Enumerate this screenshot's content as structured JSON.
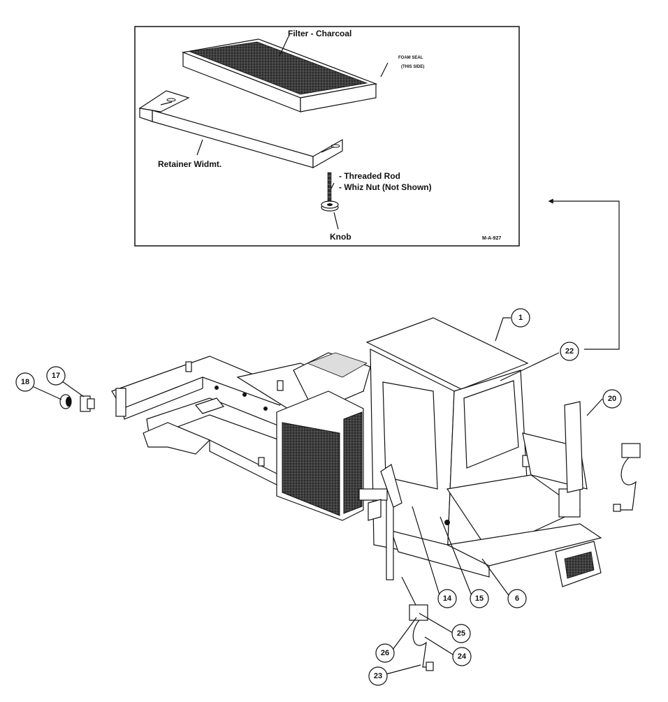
{
  "inset": {
    "filter_label": "Filter - Charcoal",
    "foam_seal_line1": "FOAM SEAL",
    "foam_seal_line2": "(THIS SIDE)",
    "retainer_label": "Retainer Widmt.",
    "threaded_rod_label": "- Threaded Rod",
    "whiz_nut_label": "- Whiz Nut (Not Shown)",
    "knob_label": "Knob",
    "drawing_number": "M-A-927"
  },
  "callouts": [
    "1",
    "22",
    "17",
    "18",
    "20",
    "14",
    "15",
    "6",
    "25",
    "26",
    "24",
    "23"
  ]
}
